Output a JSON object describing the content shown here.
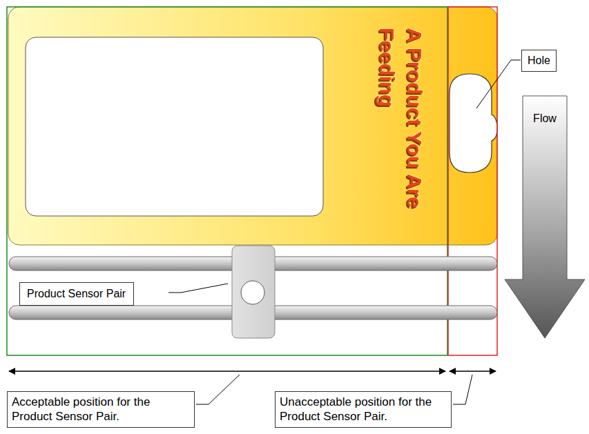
{
  "diagram": {
    "nodes": [
      {
        "text": [
          "Hole"
        ]
      },
      {
        "text": [
          "Flow"
        ]
      },
      {
        "text": [
          "Product Sensor Pair"
        ]
      },
      {
        "text": [
          "Acceptable position for the Product Sensor Pair."
        ]
      },
      {
        "text": [
          "Unacceptable position for the Product Sensor Pair."
        ]
      }
    ],
    "labels": [
      "A Product You Are Feeding"
    ]
  }
}
